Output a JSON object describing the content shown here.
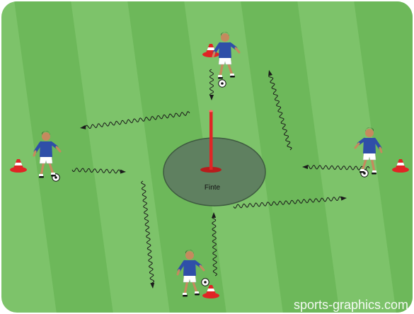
{
  "diagram": {
    "center_label": "Finte",
    "watermark": "sports-graphics.com",
    "players": [
      {
        "id": "top",
        "role": "player-top"
      },
      {
        "id": "left",
        "role": "player-left"
      },
      {
        "id": "right",
        "role": "player-right"
      },
      {
        "id": "bottom",
        "role": "player-bottom"
      }
    ],
    "colors": {
      "pitch_light": "#7dc36a",
      "pitch_dark": "#6db85a",
      "zone_fill": "#5f8060",
      "pole": "#e02525",
      "jersey": "#2f4fa8",
      "shorts": "#ffffff",
      "skin": "#c58a5e",
      "hair": "#1a1a1a",
      "cone_red": "#e02525",
      "cone_white": "#ffffff",
      "dribble_path": "#1a1a1a"
    },
    "icons": [
      "player-icon",
      "cone-icon",
      "ball-icon",
      "pole-icon",
      "dribble-arrow-icon"
    ]
  }
}
